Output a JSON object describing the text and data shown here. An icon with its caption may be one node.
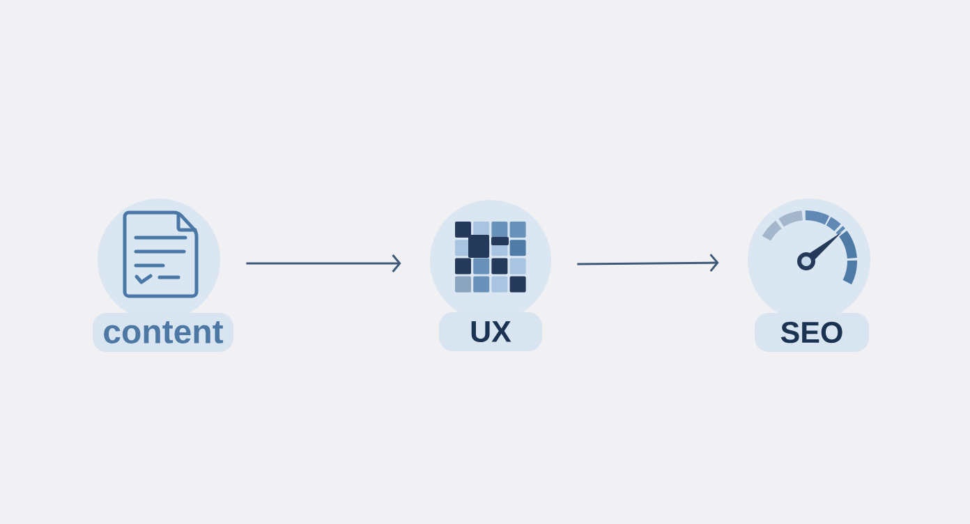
{
  "diagram": {
    "nodes": [
      {
        "text": [
          "content"
        ]
      },
      {
        "text": [
          "UX"
        ]
      },
      {
        "text": [
          "SEO"
        ]
      }
    ],
    "edges": [
      {
        "from": 0,
        "to": 1,
        "arrow": "to"
      },
      {
        "from": 1,
        "to": 2,
        "arrow": "to"
      }
    ]
  }
}
